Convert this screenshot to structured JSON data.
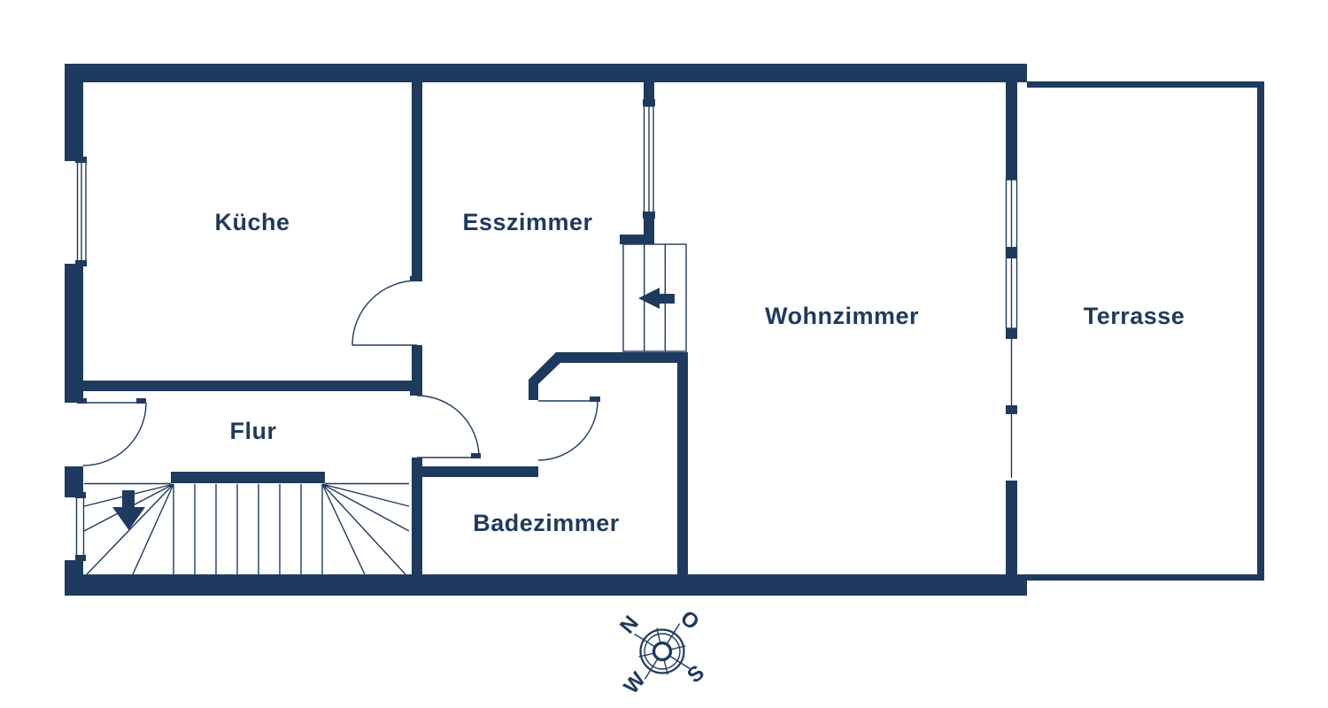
{
  "colors": {
    "wall": "#1e3a5e",
    "background": "#ffffff"
  },
  "rooms": {
    "kueche": {
      "label": "Küche"
    },
    "esszimmer": {
      "label": "Esszimmer"
    },
    "wohnzimmer": {
      "label": "Wohnzimmer"
    },
    "terrasse": {
      "label": "Terrasse"
    },
    "flur": {
      "label": "Flur"
    },
    "badezimmer": {
      "label": "Badezimmer"
    }
  },
  "compass": {
    "north": "N",
    "east": "O",
    "south": "S",
    "west": "W"
  }
}
